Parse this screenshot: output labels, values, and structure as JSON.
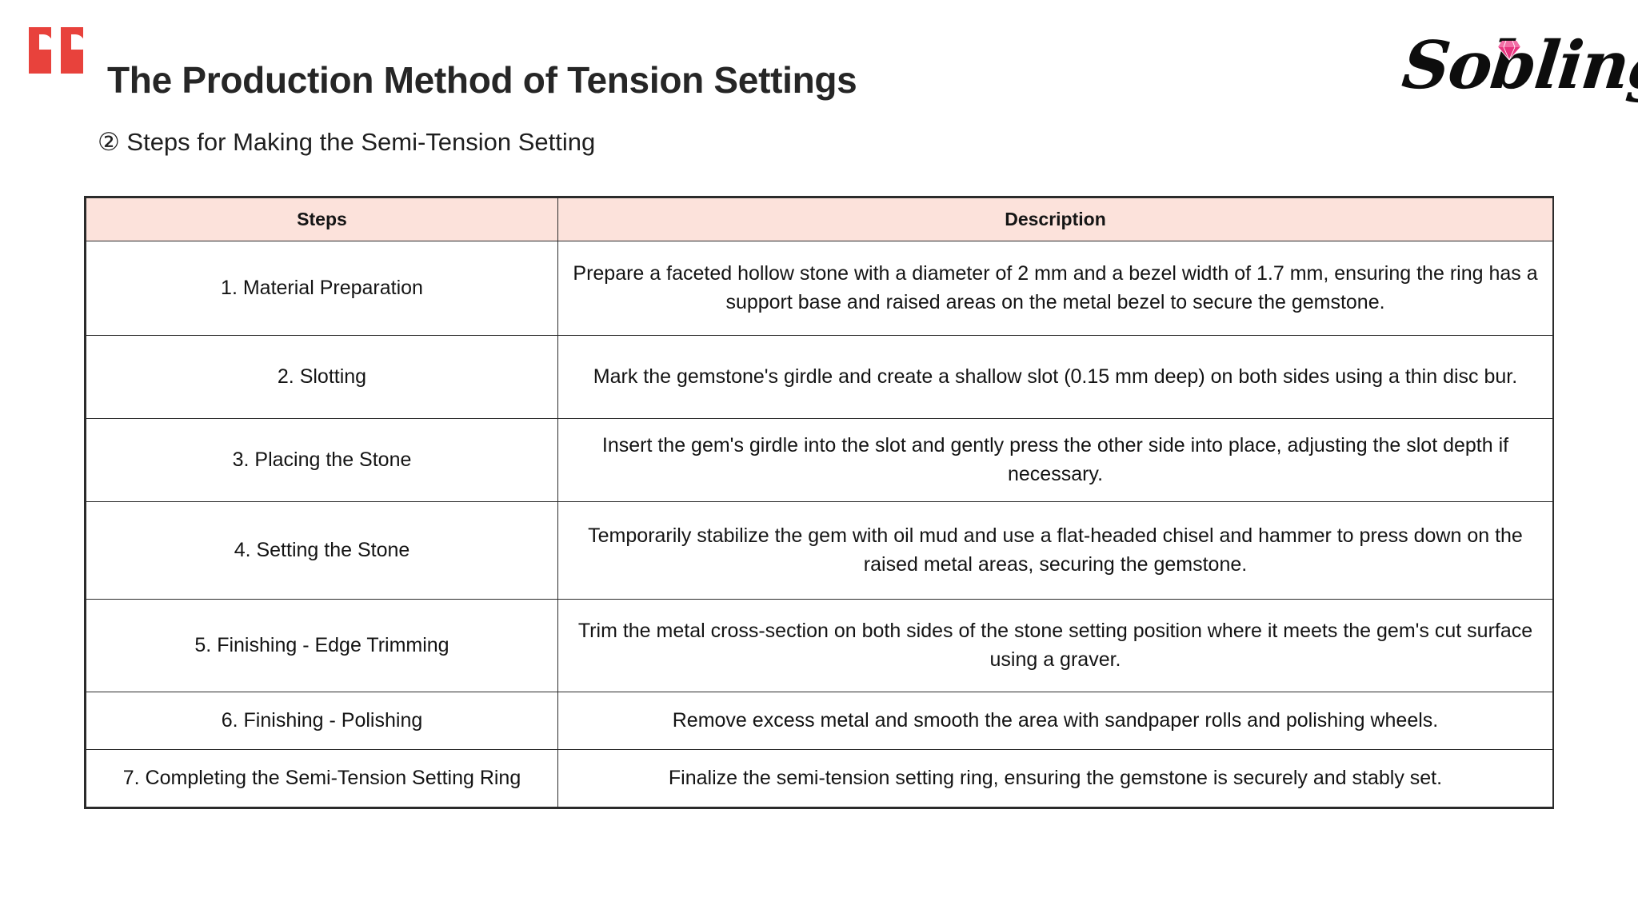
{
  "slide": {
    "title": "The Production Method of Tension Settings",
    "subtitle": "② Steps for Making the Semi-Tension Setting",
    "quote_icon": "quote-mark-icon",
    "accent_red": "#e8423c",
    "header_fill": "#fce2db",
    "border_color": "#2b2b2b"
  },
  "logo": {
    "text": "Sobling",
    "gem_icon": "diamond-gem-icon",
    "gem_color": "#e8357f"
  },
  "table": {
    "columns": [
      "Steps",
      "Description"
    ],
    "rows": [
      {
        "step": "1. Material Preparation",
        "description": "Prepare a faceted hollow stone with a diameter of 2 mm and a bezel width of 1.7 mm, ensuring the ring has a support base and raised areas on the metal bezel to secure the gemstone."
      },
      {
        "step": "2. Slotting",
        "description": "Mark the gemstone's girdle and create a shallow slot (0.15 mm deep) on both sides using a thin disc bur."
      },
      {
        "step": "3. Placing the Stone",
        "description": "Insert the gem's girdle into the slot and gently press the other side into place, adjusting the slot depth if necessary."
      },
      {
        "step": "4. Setting the Stone",
        "description": "Temporarily stabilize the gem with oil mud and use a flat-headed chisel and hammer to press down on the raised metal areas, securing the gemstone."
      },
      {
        "step": "5. Finishing - Edge Trimming",
        "description": "Trim the metal cross-section on both sides of the stone setting position where it meets the gem's cut surface using a graver."
      },
      {
        "step": "6. Finishing - Polishing",
        "description": "Remove excess metal and smooth the area with sandpaper rolls and polishing wheels."
      },
      {
        "step": "7. Completing the Semi-Tension Setting Ring",
        "description": "Finalize the semi-tension setting ring, ensuring the gemstone is securely and stably set."
      }
    ]
  }
}
